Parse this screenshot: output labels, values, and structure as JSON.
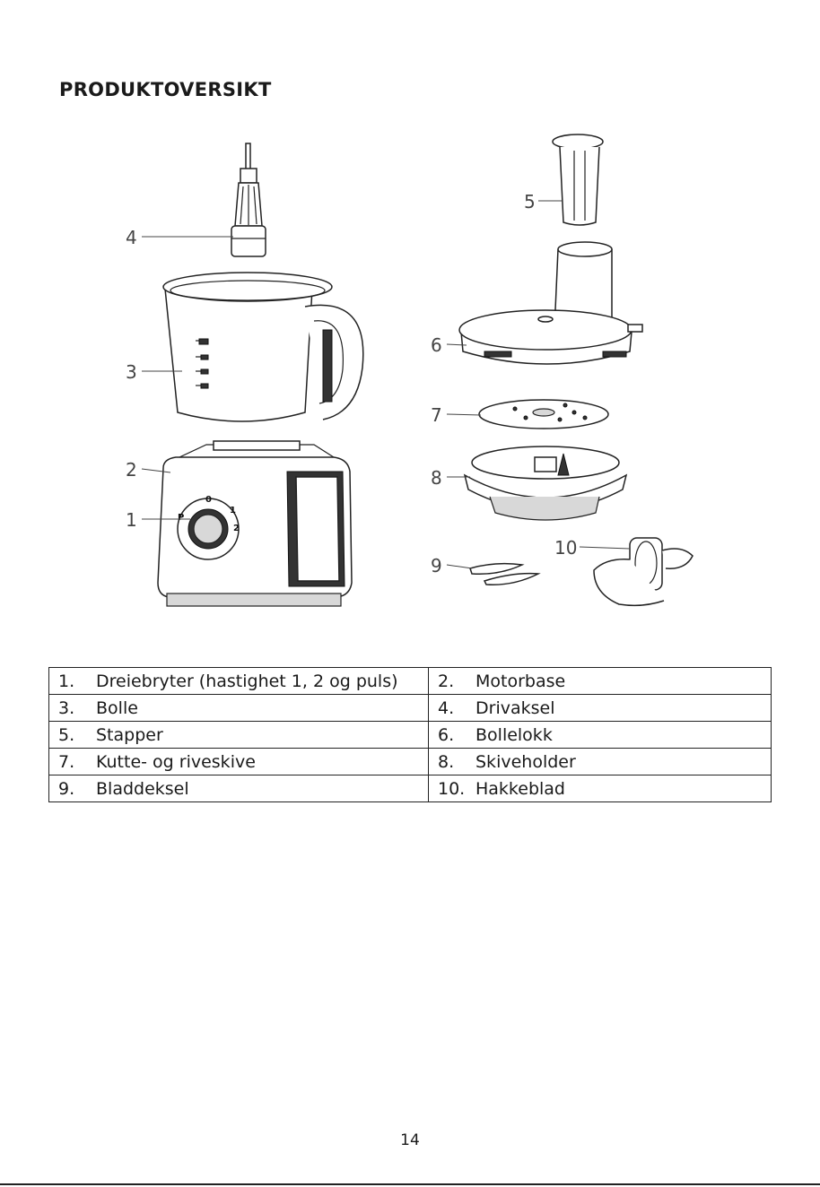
{
  "page_title": "PRODUKTOVERSIKT",
  "callouts": [
    "1",
    "2",
    "3",
    "4",
    "5",
    "6",
    "7",
    "8",
    "9",
    "10"
  ],
  "control_labels": [
    "P",
    "0",
    "1",
    "2"
  ],
  "parts": [
    {
      "num": "1.",
      "label": "Dreiebryter (hastighet 1, 2 og puls)"
    },
    {
      "num": "2.",
      "label": "Motorbase"
    },
    {
      "num": "3.",
      "label": "Bolle"
    },
    {
      "num": "4.",
      "label": "Drivaksel"
    },
    {
      "num": "5.",
      "label": "Stapper"
    },
    {
      "num": "6.",
      "label": "Bollelokk"
    },
    {
      "num": "7.",
      "label": "Kutte- og riveskive"
    },
    {
      "num": "8.",
      "label": "Skiveholder"
    },
    {
      "num": "9.",
      "label": "Bladdeksel"
    },
    {
      "num": "10.",
      "label": "Hakkeblad"
    }
  ],
  "page_number": "14"
}
